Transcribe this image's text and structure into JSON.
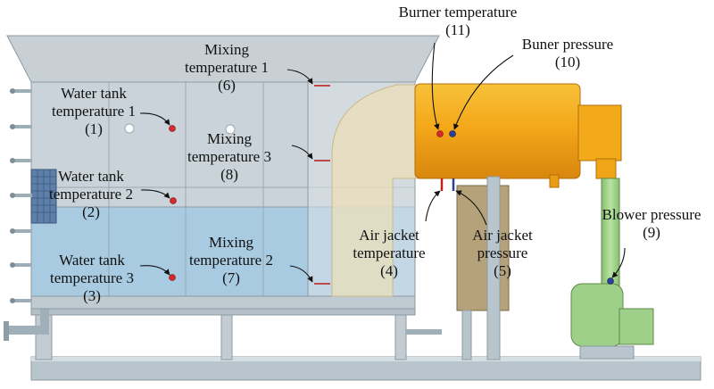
{
  "labels": {
    "wt1_a": "Water tank",
    "wt1_b": "temperature 1",
    "wt1_n": "(1)",
    "wt2_a": "Water tank",
    "wt2_b": "temperature 2",
    "wt2_n": "(2)",
    "wt3_a": "Water tank",
    "wt3_b": "temperature 3",
    "wt3_n": "(3)",
    "mt1_a": "Mixing",
    "mt1_b": "temperature 1",
    "mt1_n": "(6)",
    "mt3_a": "Mixing",
    "mt3_b": "temperature 3",
    "mt3_n": "(8)",
    "mt2_a": "Mixing",
    "mt2_b": "temperature 2",
    "mt2_n": "(7)",
    "bt_a": "Burner temperature",
    "bt_n": "(11)",
    "bp_a": "Buner pressure",
    "bp_n": "(10)",
    "ajt_a": "Air jacket",
    "ajt_b": "temperature",
    "ajt_n": "(4)",
    "ajp_a": "Air jacket",
    "ajp_b": "pressure",
    "ajp_n": "(5)",
    "blp_a": "Blower pressure",
    "blp_n": "(9)"
  },
  "colors": {
    "tank_upper": "#c9d3d9",
    "water": "#a9cbe2",
    "burner": "#f2a91a",
    "blower": "#9fd08a",
    "temp_sensor": "#d62a2a",
    "pressure_sensor": "#2a3f9a",
    "frame": "#b8c4cb"
  }
}
